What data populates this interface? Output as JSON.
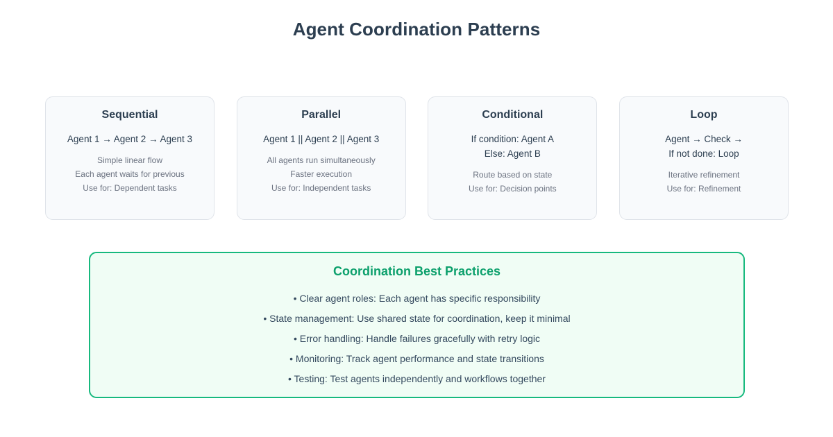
{
  "page": {
    "title": "Agent Coordination Patterns",
    "colors": {
      "title_text": "#2c3e50",
      "card_bg": "#f8fafc",
      "card_border": "#dfe3e9",
      "card_detail_text": "#6b7280",
      "panel_bg": "#f0fdf5",
      "panel_border": "#17b97e",
      "panel_title_text": "#0ca06c",
      "background": "#ffffff"
    }
  },
  "patterns": [
    {
      "title": "Sequential",
      "flow": [
        "Agent 1 → Agent 2 → Agent 3"
      ],
      "details": [
        "Simple linear flow",
        "Each agent waits for previous",
        "Use for: Dependent tasks"
      ]
    },
    {
      "title": "Parallel",
      "flow": [
        "Agent 1 || Agent 2 || Agent 3"
      ],
      "details": [
        "All agents run simultaneously",
        "Faster execution",
        "Use for: Independent tasks"
      ]
    },
    {
      "title": "Conditional",
      "flow": [
        "If condition: Agent A",
        "Else: Agent B"
      ],
      "details": [
        "Route based on state",
        "Use for: Decision points"
      ]
    },
    {
      "title": "Loop",
      "flow": [
        "Agent → Check →",
        "If not done: Loop"
      ],
      "details": [
        "Iterative refinement",
        "Use for: Refinement"
      ]
    }
  ],
  "best_practices": {
    "title": "Coordination Best Practices",
    "items": [
      "• Clear agent roles: Each agent has specific responsibility",
      "• State management: Use shared state for coordination, keep it minimal",
      "• Error handling: Handle failures gracefully with retry logic",
      "• Monitoring: Track agent performance and state transitions",
      "• Testing: Test agents independently and workflows together"
    ]
  }
}
